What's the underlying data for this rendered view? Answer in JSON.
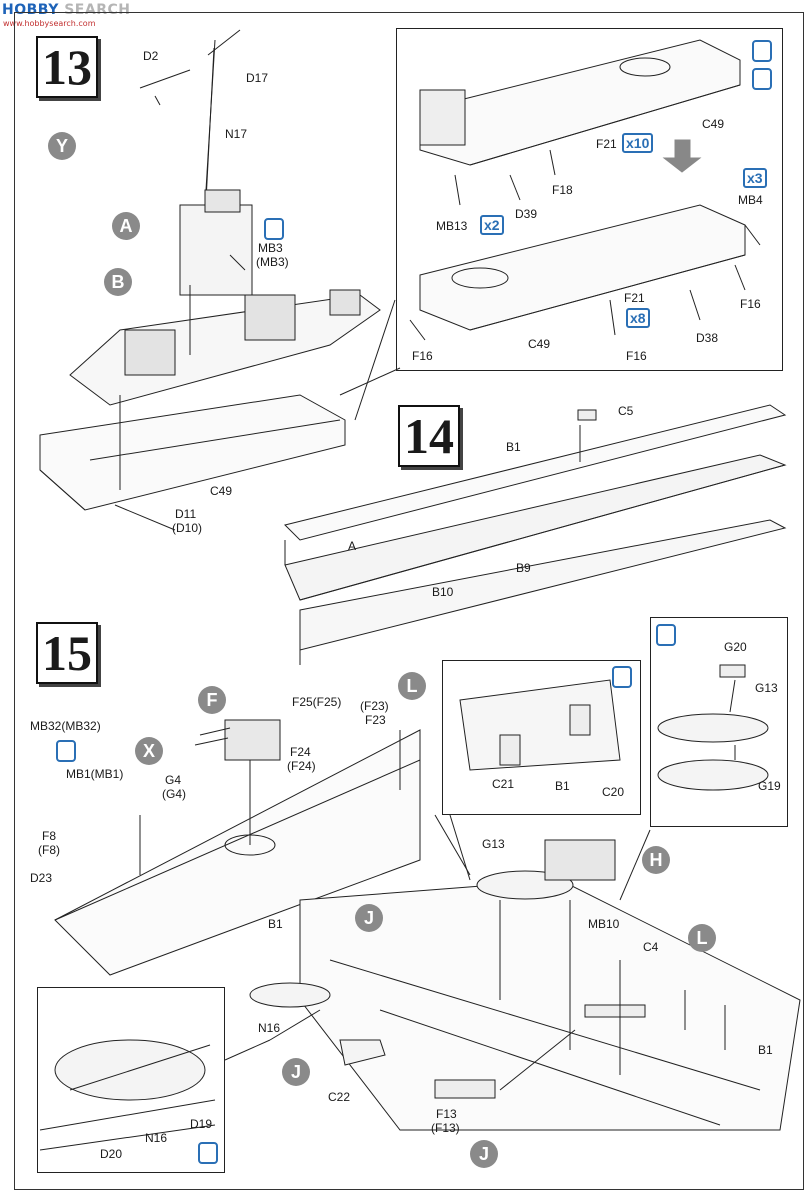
{
  "watermark": {
    "brand_a": "HOBBY ",
    "brand_b": "SEARCH",
    "url": "www.hobbysearch.com"
  },
  "steps": {
    "s13": "13",
    "s14": "14",
    "s15": "15"
  },
  "step13": {
    "circles": {
      "y": "Y",
      "a": "A",
      "b": "B"
    },
    "labels": {
      "d2": "D2",
      "d17": "D17",
      "n17": "N17",
      "mb3": "MB3",
      "mb3b": "(MB3)",
      "c49": "C49",
      "d11": "D11",
      "d10": "(D10)"
    }
  },
  "step13_inset": {
    "labels": {
      "c49a": "C49",
      "f21a": "F21",
      "f18": "F18",
      "mb13": "MB13",
      "d39": "D39",
      "mb4": "MB4",
      "f21b": "F21",
      "f16a": "F16",
      "f16b": "F16",
      "f16c": "F16",
      "d38": "D38",
      "c49b": "C49"
    },
    "qty": {
      "q10": "x10",
      "q2": "x2",
      "q3": "x3",
      "q8": "x8"
    }
  },
  "step14": {
    "labels": {
      "c5": "C5",
      "b1": "B1",
      "a": "A",
      "b9": "B9",
      "b10": "B10"
    }
  },
  "step15": {
    "circles": {
      "f": "F",
      "l1": "L",
      "x": "X",
      "h": "H",
      "j1": "J",
      "j2": "J",
      "j3": "J",
      "l2": "L"
    },
    "labels": {
      "f25": "F25(F25)",
      "f23b": "(F23)",
      "f23": "F23",
      "f24": "F24",
      "f24b": "(F24)",
      "mb32": "MB32(MB32)",
      "mb1": "MB1(MB1)",
      "g4": "G4",
      "g4b": "(G4)",
      "f8": "F8",
      "f8b": "(F8)",
      "d23": "D23",
      "b1": "B1",
      "g13": "G13",
      "mb10": "MB10",
      "c4": "C4",
      "n16": "N16",
      "c22": "C22",
      "f13": "F13",
      "f13b": "(F13)",
      "b1b": "B1"
    }
  },
  "inset_c": {
    "labels": {
      "c21": "C21",
      "b1": "B1",
      "c20": "C20"
    }
  },
  "inset_g": {
    "labels": {
      "g20": "G20",
      "g13": "G13",
      "g19": "G19"
    }
  },
  "inset_n": {
    "labels": {
      "n16": "N16",
      "d19": "D19",
      "d20": "D20"
    }
  }
}
